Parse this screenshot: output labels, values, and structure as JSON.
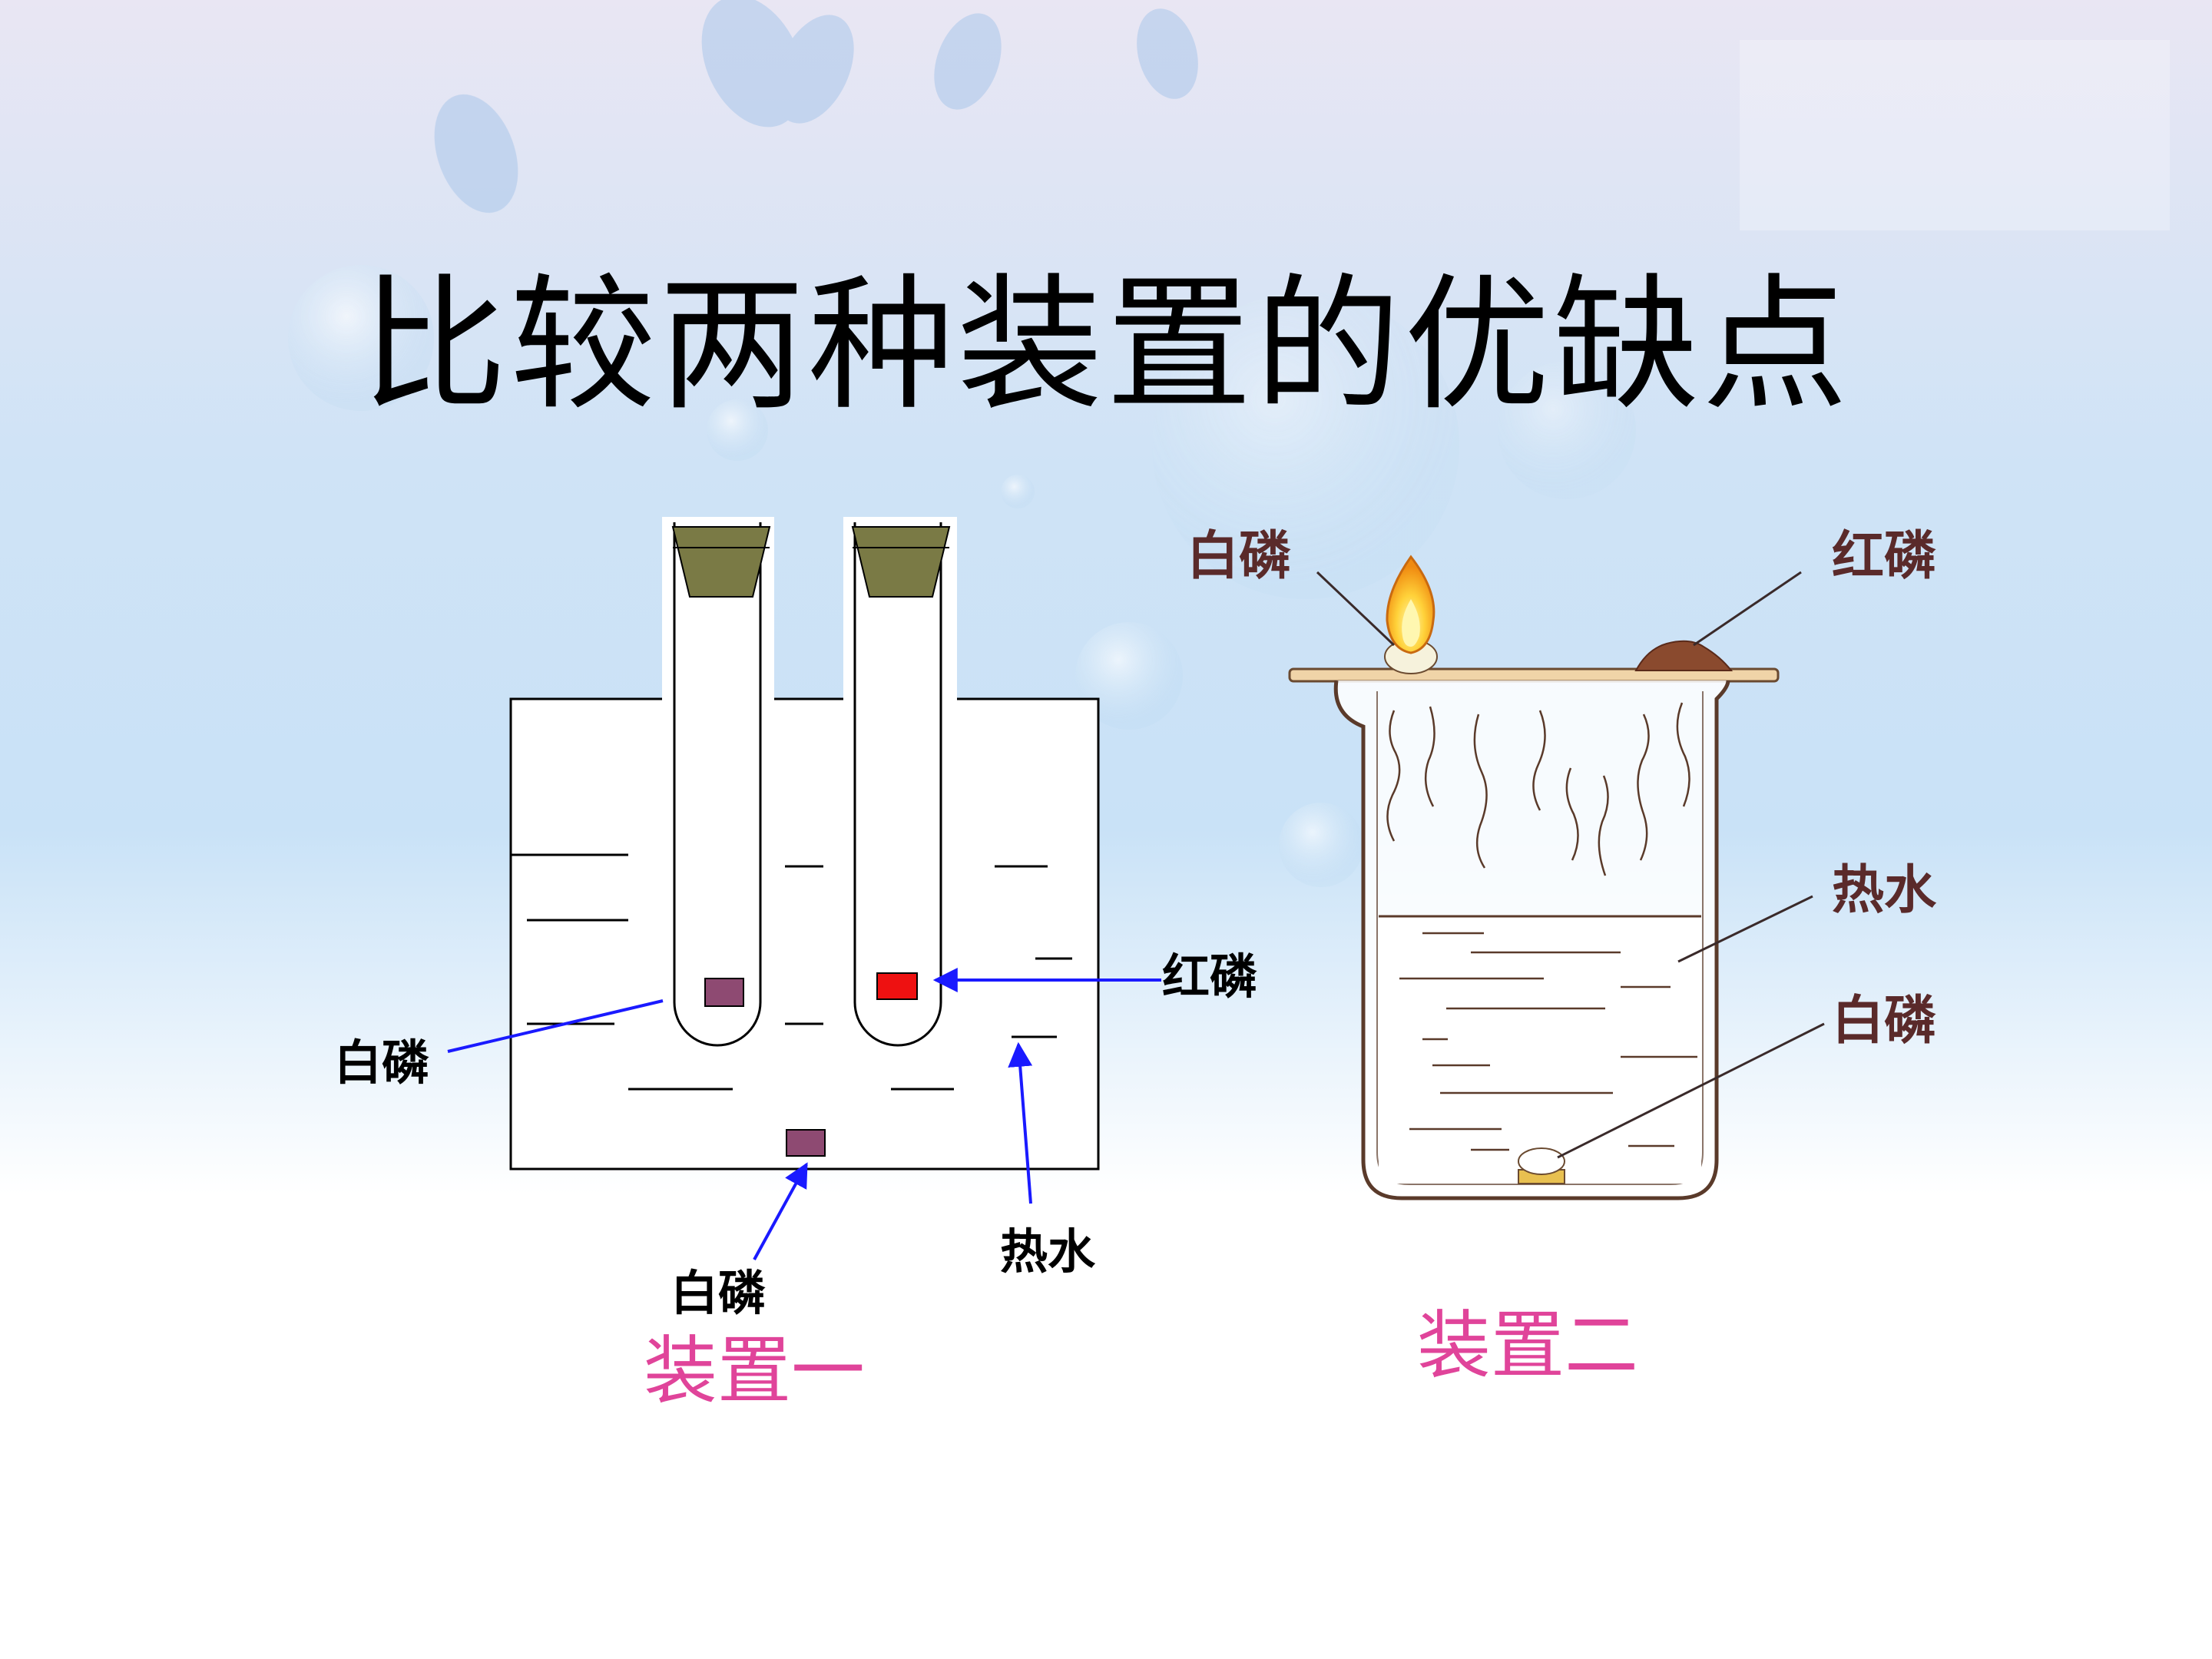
{
  "title": "比较两种装置的优缺点",
  "apparatus_1": {
    "caption": "装置一",
    "labels": {
      "white_phosphorus_in_tube": "白磷",
      "red_phosphorus_in_tube": "红磷",
      "hot_water": "热水",
      "white_phosphorus_in_water": "白磷"
    }
  },
  "apparatus_2": {
    "caption": "装置二",
    "labels": {
      "white_phosphorus_on_plate": "白磷",
      "red_phosphorus_on_plate": "红磷",
      "hot_water": "热水",
      "white_phosphorus_in_water": "白磷"
    }
  },
  "colors": {
    "caption_pink": "#e0449a",
    "label_brown": "#5a2a2a",
    "arrow_blue": "#1a1aff",
    "stopper": "#7a7a45",
    "red_phosphorus_chip": "#ee1111",
    "white_phosphorus_chip": "#8e4a72"
  }
}
